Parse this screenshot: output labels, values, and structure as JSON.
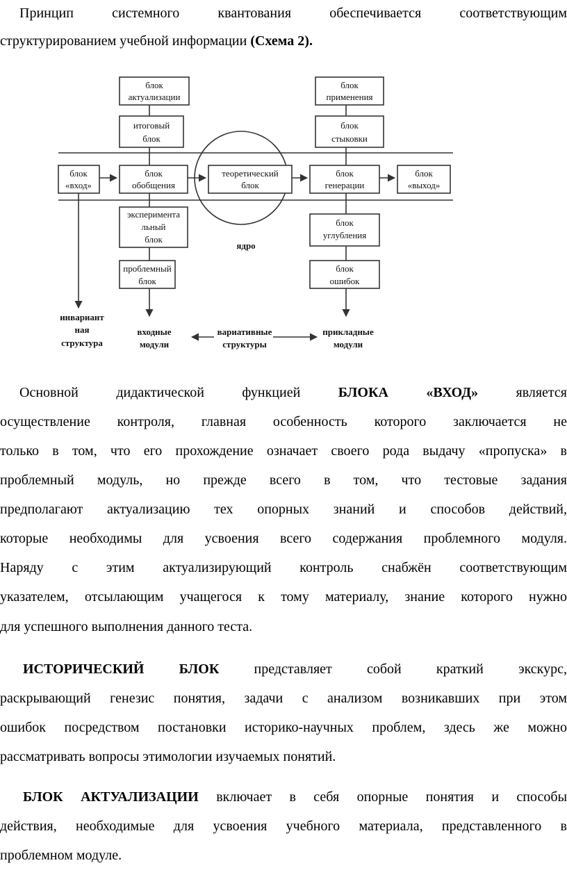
{
  "intro": {
    "line1": "Принцип системного квантования обеспечивается соответствующим",
    "line2_text": "структурированием учебной информации ",
    "line2_bold": "(Схема 2)."
  },
  "diagram": {
    "blocks": {
      "aktualizacii": [
        "блок",
        "актуализации"
      ],
      "itogovyi": [
        "итоговый",
        "блок"
      ],
      "vhod": [
        "блок",
        "«вход»"
      ],
      "obobshcheniya": [
        "блок",
        "обобщения"
      ],
      "teoreticheskii": [
        "теоретический",
        "блок"
      ],
      "generacii": [
        "блок",
        "генерации"
      ],
      "vyhod": [
        "блок",
        "«выход»"
      ],
      "primeneniya": [
        "блок",
        "применения"
      ],
      "stykovki": [
        "блок",
        "стыковки"
      ],
      "eksperimentalnyi": [
        "эксперимента",
        "льный",
        "блок"
      ],
      "problemnyi": [
        "проблемный",
        "блок"
      ],
      "uglubleniya": [
        "блок",
        "углубления"
      ],
      "oshibok": [
        "блок",
        "ошибок"
      ]
    },
    "labels": {
      "yadro": "ядро",
      "invariant": [
        "инвариант",
        "ная",
        "структура"
      ],
      "vhodnye": [
        "входные",
        "модули"
      ],
      "variativnye": [
        "вариативные",
        "структуры"
      ],
      "prikladnye": [
        "прикладные",
        "модули"
      ]
    }
  },
  "p1": {
    "l1_a": "Основной дидактической функцией",
    "l1_b": "БЛОКА «ВХОД»",
    "l1_c": "является",
    "l2": "осуществление контроля, главная особенность которого заключается не",
    "l3": "только в том, что его прохождение означает своего рода выдачу «пропуска» в",
    "l4": "проблемный модуль, но прежде всего в том, что тестовые задания",
    "l5": "предполагают актуализацию тех опорных знаний и способов действий,",
    "l6": "которые необходимы для усвоения всего содержания проблемного модуля.",
    "l7": "Наряду с этим актуализирующий контроль снабжён соответствующим",
    "l8": "указателем, отсылающим учащегося к тому материалу, знание которого нужно",
    "l9": "для успешного выполнения данного теста."
  },
  "p2": {
    "l1_bold": "ИСТОРИЧЕСКИЙ БЛОК",
    "l1_rest": "представляет собой краткий экскурс,",
    "l2": "раскрывающий генезис понятия, задачи с анализом возникавших при этом",
    "l3": "ошибок посредством постановки историко-научных проблем, здесь же можно",
    "l4": "рассматривать вопросы этимологии изучаемых понятий."
  },
  "p3": {
    "l1_bold": "БЛОК АКТУАЛИЗАЦИИ",
    "l1_rest": "включает в себя опорные понятия и способы",
    "l2": "действия, необходимые для усвоения учебного материала, представленного в",
    "l3": "проблемном модуле."
  }
}
